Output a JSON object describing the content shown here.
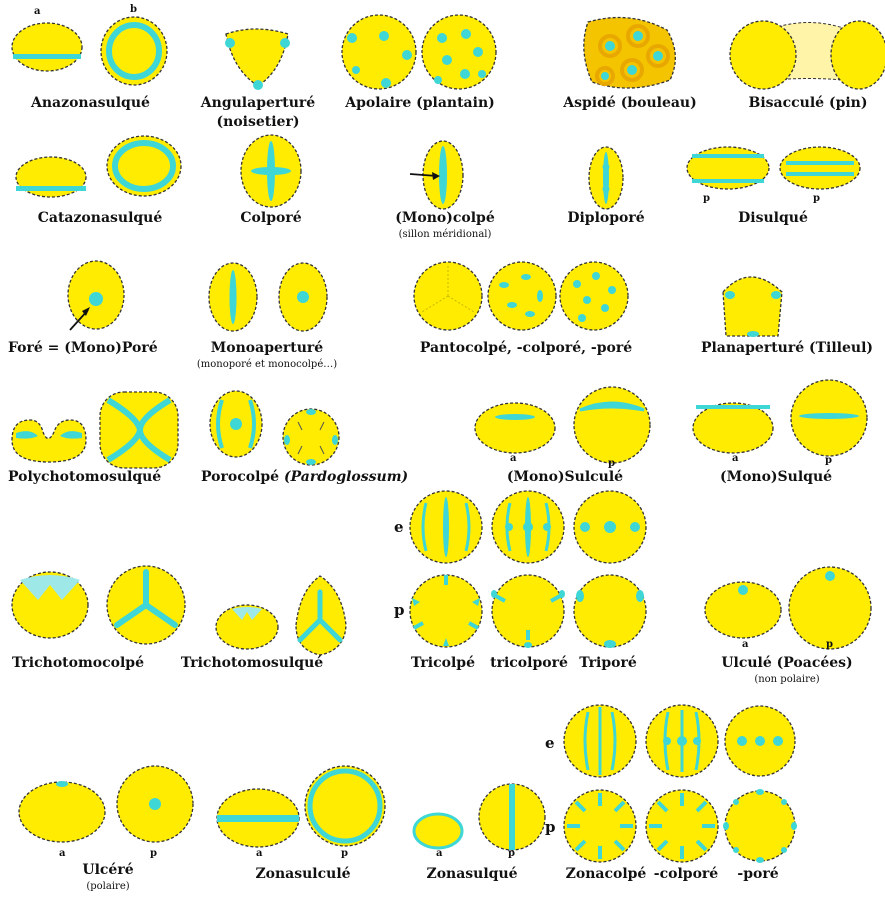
{
  "colors": {
    "grain": "#ffec00",
    "aperture": "#3fd6d6",
    "outline": "#333333",
    "saccus": "#fff4a8",
    "aspide_ring": "#e8a800"
  },
  "labels": {
    "anazonasulque": "Anazonasulqué",
    "angulaperture": "Angulaperturé",
    "noisetier": "(noisetier)",
    "apolaire": "Apolaire (plantain)",
    "aspide": "Aspidé (bouleau)",
    "bisaccule": "Bisacculé (pin)",
    "catazonasulque": "Catazonasulqué",
    "colpore": "Colporé",
    "monocolpe": "(Mono)colpé",
    "sillon": "(sillon méridional)",
    "diplopore": "Diploporé",
    "disulque": "Disulqué",
    "fore": "Foré = (Mono)Poré",
    "monoaperture": "Monoaperturé",
    "monoaperture_sub": "(monoporé et monocolpé…)",
    "pantocolpe": "Pantocolpé, -colporé, -poré",
    "planaperture": "Planaperturé (Tilleul)",
    "polychotomosulque": "Polychotomosulqué",
    "porocolpe": "Porocolpé",
    "pardoglossum": "(Pardoglossum)",
    "monosulcule": "(Mono)Sulculé",
    "monosulque": "(Mono)Sulqué",
    "trichotomocolpe": "Trichotomocolpé",
    "trichotomosulque": "Trichotomosulqué",
    "tricolpe": "Tricolpé",
    "tricolpore": "tricolporé",
    "tripore": "Triporé",
    "ulcule": "Ulculé (Poacées)",
    "non_polaire": "(non polaire)",
    "ulcere": "Ulcéré",
    "polaire": "(polaire)",
    "zonasulcule": "Zonasulculé",
    "zonasulque": "Zonasulqué",
    "zonacolpe": "Zonacolpé",
    "zcolpore": "-colporé",
    "zpore": "-poré"
  },
  "marks": {
    "a": "a",
    "b": "b",
    "e": "e",
    "p": "p"
  }
}
